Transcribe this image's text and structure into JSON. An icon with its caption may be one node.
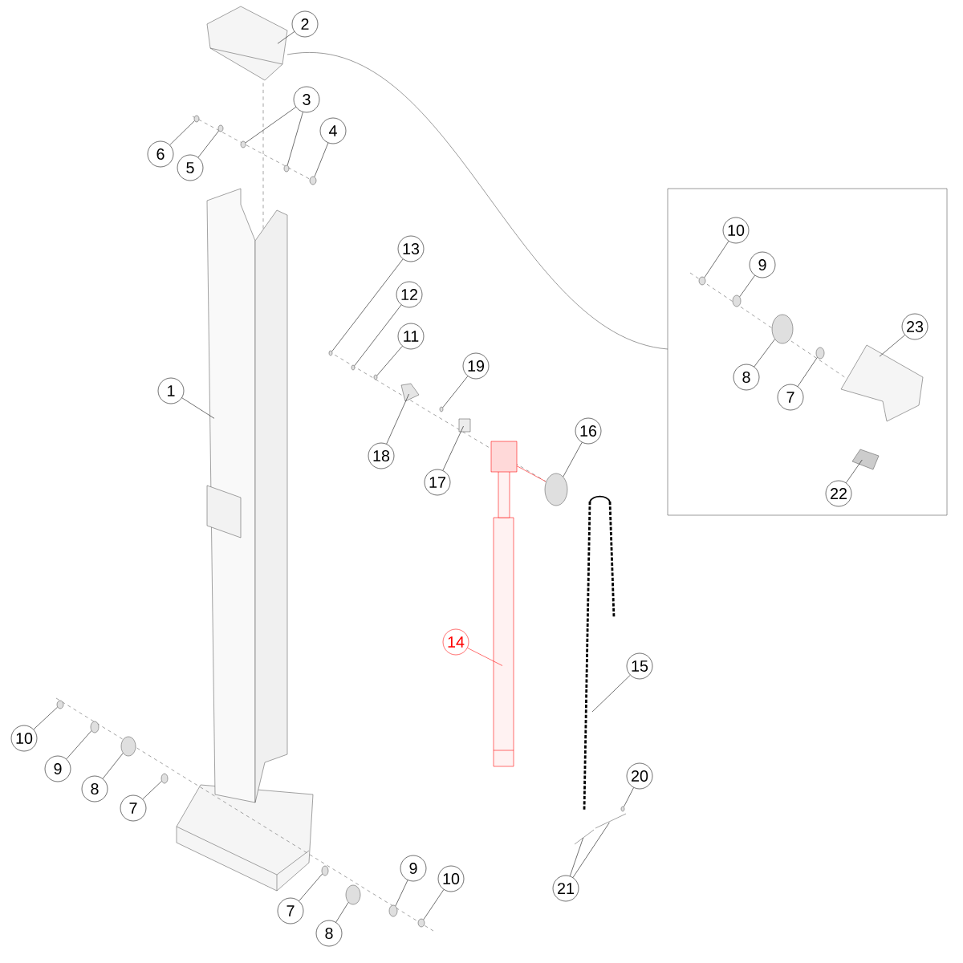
{
  "diagram": {
    "nodes": [
      {
        "text": [
          "2"
        ]
      },
      {
        "text": [
          "3"
        ]
      },
      {
        "text": [
          "4"
        ]
      },
      {
        "text": [
          "6"
        ]
      },
      {
        "text": [
          "5"
        ]
      },
      {
        "text": [
          "10"
        ]
      },
      {
        "text": [
          "13"
        ]
      },
      {
        "text": [
          "9"
        ]
      },
      {
        "text": [
          "12"
        ]
      },
      {
        "text": [
          "23"
        ]
      },
      {
        "text": [
          "11"
        ]
      },
      {
        "text": [
          "19"
        ]
      },
      {
        "text": [
          "8"
        ]
      },
      {
        "text": [
          "1"
        ]
      },
      {
        "text": [
          "7"
        ]
      },
      {
        "text": [
          "16"
        ]
      },
      {
        "text": [
          "18"
        ]
      },
      {
        "text": [
          "17"
        ]
      },
      {
        "text": [
          "22"
        ]
      },
      {
        "text": [
          "14"
        ]
      },
      {
        "text": [
          "15"
        ]
      },
      {
        "text": [
          "10"
        ]
      },
      {
        "text": [
          "9"
        ]
      },
      {
        "text": [
          "20"
        ]
      },
      {
        "text": [
          "8"
        ]
      },
      {
        "text": [
          "7"
        ]
      },
      {
        "text": [
          "9"
        ]
      },
      {
        "text": [
          "10"
        ]
      },
      {
        "text": [
          "21"
        ]
      },
      {
        "text": [
          "7"
        ]
      },
      {
        "text": [
          "8"
        ]
      },
      {
        "text": [],
        "shape": "picture"
      },
      {
        "text": [],
        "shape": "circle"
      },
      {
        "text": [],
        "shape": "circle"
      },
      {
        "text": [],
        "shape": "circle"
      },
      {
        "text": [],
        "shape": "circle"
      },
      {
        "text": [],
        "shape": "circle"
      },
      {
        "text": [],
        "shape": "circle"
      },
      {
        "text": [],
        "shape": "circle"
      },
      {
        "text": [],
        "shape": "circle"
      },
      {
        "text": [],
        "shape": "circle"
      },
      {
        "text": [],
        "shape": "picture"
      },
      {
        "text": [],
        "shape": "circle"
      },
      {
        "text": [],
        "shape": "circle"
      },
      {
        "text": [],
        "shape": "circle"
      },
      {
        "text": [],
        "shape": "picture"
      },
      {
        "text": [],
        "shape": "circle"
      },
      {
        "text": [],
        "shape": "circle"
      },
      {
        "text": [],
        "shape": "picture"
      },
      {
        "text": [],
        "shape": "box"
      },
      {
        "text": [],
        "shape": "picture"
      },
      {
        "text": [],
        "shape": "picture"
      },
      {
        "text": [],
        "shape": "picture"
      },
      {
        "text": [],
        "shape": "circle"
      },
      {
        "text": [],
        "shape": "circle"
      },
      {
        "text": [],
        "shape": "circle"
      },
      {
        "text": [],
        "shape": "circle"
      },
      {
        "text": [],
        "shape": "circle"
      },
      {
        "text": [],
        "shape": "circle"
      },
      {
        "text": [],
        "shape": "circle"
      },
      {
        "text": [],
        "shape": "picture"
      },
      {
        "text": [],
        "shape": "circle"
      },
      {
        "text": [],
        "shape": "circle"
      },
      {
        "text": [],
        "shape": "picture"
      }
    ],
    "edges": [
      {
        "from": 0,
        "to": 31,
        "arrow": "none"
      },
      {
        "from": 1,
        "to": 32,
        "arrow": "none"
      },
      {
        "from": 1,
        "to": 33,
        "arrow": "none"
      },
      {
        "from": 2,
        "to": 34,
        "arrow": "none"
      },
      {
        "from": 3,
        "to": 36,
        "arrow": "none"
      },
      {
        "from": 4,
        "to": 35,
        "arrow": "none"
      },
      {
        "from": 5,
        "to": 37,
        "arrow": "none"
      },
      {
        "from": 6,
        "to": 38,
        "arrow": "none"
      },
      {
        "from": 7,
        "to": 39,
        "arrow": "none"
      },
      {
        "from": 8,
        "to": 40,
        "arrow": "none"
      },
      {
        "from": 9,
        "to": 41,
        "arrow": "none"
      },
      {
        "from": 10,
        "to": 42,
        "arrow": "none"
      },
      {
        "from": 11,
        "to": 43,
        "arrow": "none"
      },
      {
        "from": 12,
        "to": 44,
        "arrow": "none"
      },
      {
        "from": 13,
        "to": 45,
        "arrow": "none"
      },
      {
        "from": 14,
        "to": 46,
        "arrow": "none"
      },
      {
        "from": 15,
        "to": 47,
        "arrow": "none"
      },
      {
        "from": 16,
        "to": 48,
        "arrow": "none"
      },
      {
        "from": 17,
        "to": 49,
        "arrow": "none"
      },
      {
        "from": 18,
        "to": 50,
        "arrow": "none"
      },
      {
        "from": 19,
        "to": 51,
        "arrow": "none",
        "color": "#ff0000"
      },
      {
        "from": 20,
        "to": 52,
        "arrow": "none"
      },
      {
        "from": 21,
        "to": 53,
        "arrow": "none"
      },
      {
        "from": 22,
        "to": 54,
        "arrow": "none"
      },
      {
        "from": 23,
        "to": 55,
        "arrow": "none"
      },
      {
        "from": 24,
        "to": 56,
        "arrow": "none"
      },
      {
        "from": 25,
        "to": 57,
        "arrow": "none"
      },
      {
        "from": 26,
        "to": 58,
        "arrow": "none"
      },
      {
        "from": 27,
        "to": 59,
        "arrow": "none"
      },
      {
        "from": 28,
        "to": 60,
        "arrow": "none"
      },
      {
        "from": 28,
        "to": 63,
        "arrow": "none"
      },
      {
        "from": 29,
        "to": 61,
        "arrow": "none"
      },
      {
        "from": 30,
        "to": 62,
        "arrow": "none"
      }
    ]
  }
}
